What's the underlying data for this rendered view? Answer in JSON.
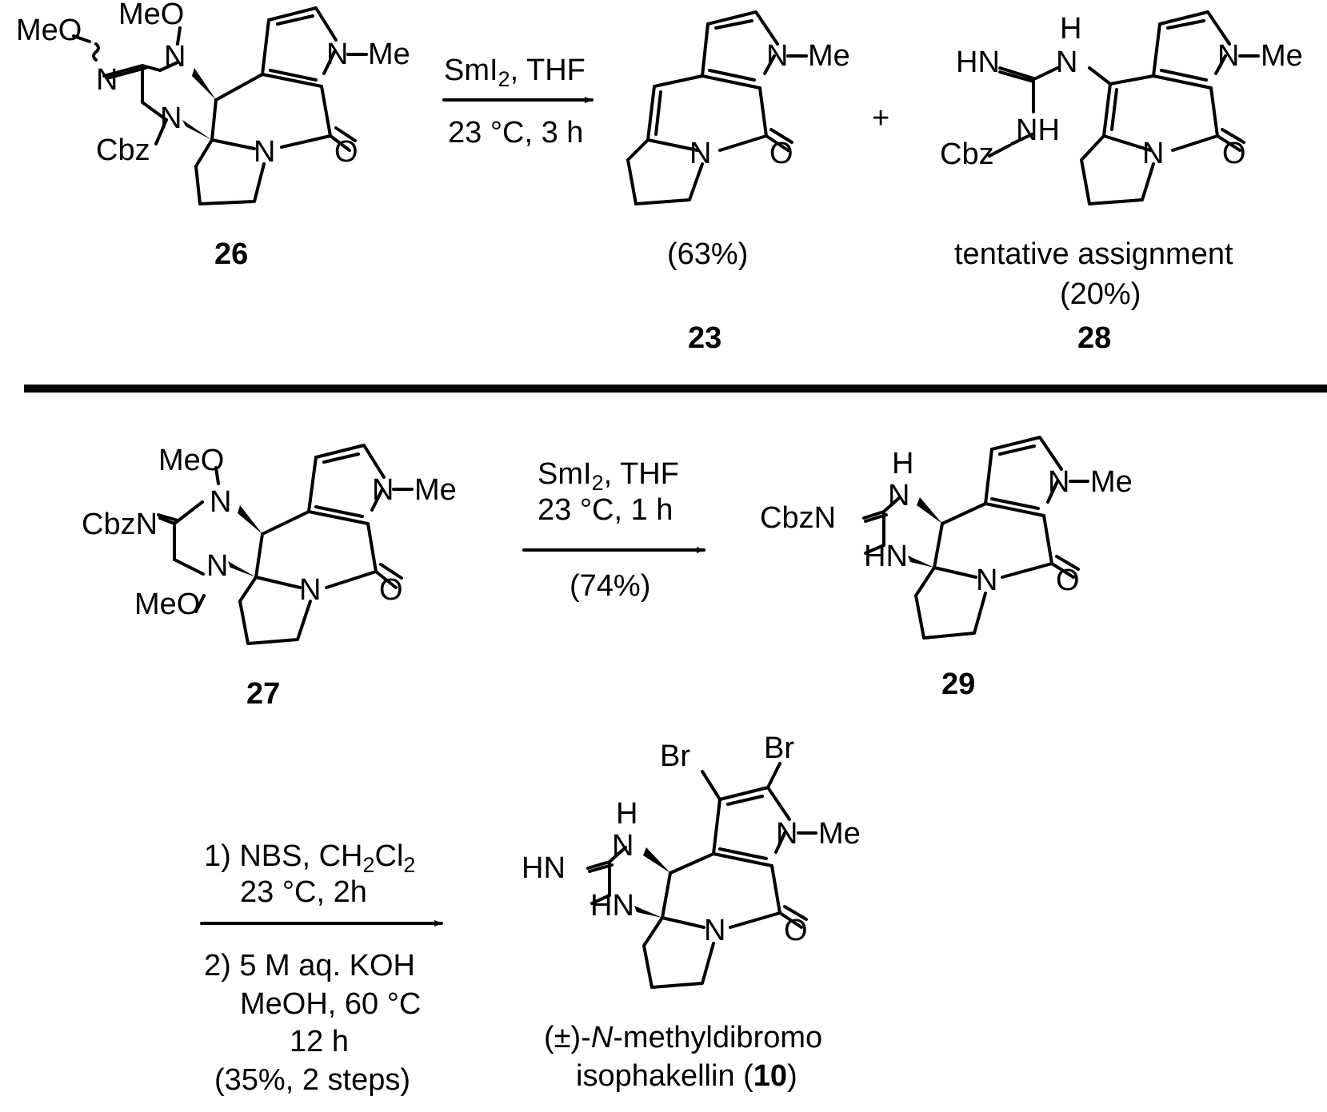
{
  "atoms": {
    "MeO": "MeO",
    "N": "N",
    "O": "O",
    "Me": "Me",
    "Cbz": "Cbz",
    "CbzN": "CbzN",
    "HN": "HN",
    "NH": "NH",
    "H": "H",
    "Br": "Br"
  },
  "reaction1": {
    "reagent_main": "SmI",
    "reagent_sub": "2",
    "reagent_tail": ", THF",
    "conditions": "23 °C, 3 h",
    "plus": "+"
  },
  "compounds": {
    "c26": {
      "label": "26"
    },
    "c23": {
      "yield": "(63%)",
      "label": "23"
    },
    "c28": {
      "note": "tentative assignment",
      "yield": "(20%)",
      "label": "28"
    },
    "c27": {
      "label": "27"
    },
    "c29": {
      "label": "29"
    },
    "c10": {
      "name_prefix": "(±)-",
      "name_italic": "N",
      "name_rest": "-methyldibromo",
      "name_line2": "isophakellin (",
      "label": "10",
      "name_close": ")"
    }
  },
  "reaction2": {
    "reagent_main": "SmI",
    "reagent_sub": "2",
    "reagent_tail": ", THF",
    "conditions": "23 °C, 1 h",
    "yield": "(74%)"
  },
  "reaction3": {
    "step1_prefix": "1) NBS, CH",
    "step1_sub1": "2",
    "step1_mid": "Cl",
    "step1_sub2": "2",
    "step1_conditions": "23 °C, 2h",
    "step2_line1": "2) 5 M aq. KOH",
    "step2_line2": "MeOH, 60 °C",
    "step2_line3": "12 h",
    "yield": "(35%, 2 steps)"
  }
}
